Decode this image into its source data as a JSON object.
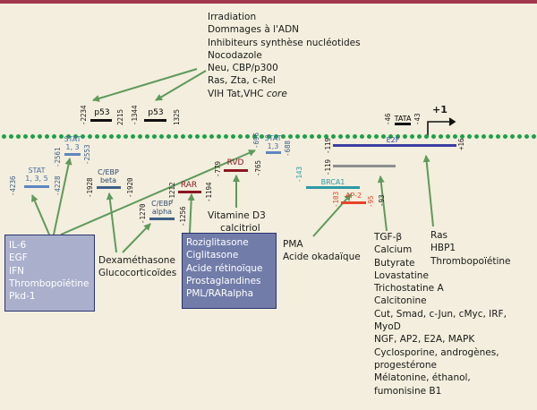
{
  "colors": {
    "header_bar": "#a0384d",
    "background": "#f3eedd",
    "dna_dots": "#1da14a",
    "arrows": "#5f9a5b",
    "stat": "#5f86c2",
    "cebp": "#3d5e88",
    "rar": "#8a1722",
    "e2f": "#3b3fa1",
    "brca1": "#2c9aa6",
    "ap2": "#e84428",
    "box_light": "#aaafcc",
    "box_dark": "#727ca9"
  },
  "top_list": [
    "Irradiation",
    "Dommages à l'ADN",
    "Inhibiteurs synthèse nucléotides",
    "Nocodazole",
    "Neu, CBP/p300",
    "Ras, Zta, c-Rel",
    "VIH Tat,VHC"
  ],
  "top_list_italic": "core",
  "sites": {
    "p53_a": {
      "label": "p53",
      "left": "-2234",
      "right": "2215"
    },
    "p53_b": {
      "label": "p53",
      "left": "-1344",
      "right": "1325"
    },
    "tata": {
      "label": "TATA",
      "left": "-46",
      "right": "-43"
    },
    "plus_one": "+1",
    "stat_top_left": {
      "label": [
        "STAT",
        "1, 3"
      ],
      "left": "-2561",
      "right": "-2553"
    },
    "stat_low_left": {
      "label": [
        "STAT",
        "1, 3, 5"
      ],
      "left": "-4236",
      "right": "-4228"
    },
    "cebp_beta": {
      "label": [
        "C/EBP",
        "beta"
      ],
      "left": "-1928",
      "right": "-1920"
    },
    "cebp_alpha": {
      "label": [
        "C/EBP",
        "alpha"
      ],
      "left": "-1270",
      "right": "-1256"
    },
    "rar": {
      "label": "RAR",
      "left": "-1212",
      "right": "-1194"
    },
    "rvd": {
      "label": "RVD",
      "left": "-779",
      "right": "-765"
    },
    "stat_right": {
      "label": [
        "STAT",
        "1,3"
      ],
      "left": "-696",
      "right": "-688"
    },
    "e2f": {
      "label": "E2F",
      "left": "-119",
      "right": "+16"
    },
    "gray_region": {
      "left": "-119"
    },
    "brca1": {
      "label": "BRCA1",
      "left": "-143"
    },
    "ap2": {
      "label": "AP-2",
      "left": "-103",
      "right": "-95",
      "right2": "-93"
    }
  },
  "box_left": [
    "IL-6",
    "EGF",
    "IFN",
    "Thrombopoïétine",
    "Pkd-1"
  ],
  "box_middle": [
    "Roziglitasone",
    "Ciglitasone",
    "Acide rétinoïque",
    "Prostaglandines",
    "PML/RARalpha"
  ],
  "dexa": [
    "Dexaméthasone",
    "Glucocorticoïdes"
  ],
  "vitd3": [
    "Vitamine D3",
    "calcitriol"
  ],
  "pma": [
    "PMA",
    "Acide okadaïque"
  ],
  "ras_list": [
    "Ras",
    "HBP1",
    "Thrombopoïétine"
  ],
  "tgf_list": [
    "TGF-β",
    "Calcium",
    "Butyrate",
    "Lovastatine",
    "Trichostatine A",
    "Calcitonine",
    "Cut, Smad, c-Jun, cMyc, IRF,",
    "MyoD",
    "NGF, AP2, E2A, MAPK",
    "Cyclosporine, androgènes,",
    "progestérone",
    "Mélatonine, éthanol,",
    "fumonisine B1"
  ]
}
